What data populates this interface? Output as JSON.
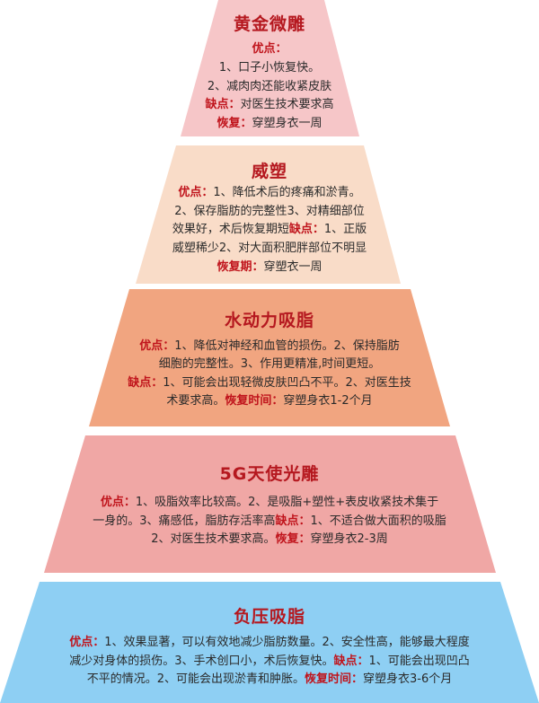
{
  "tiers": [
    {
      "title": "黄金微雕",
      "pros_label": "优点：",
      "pros_1": "1、口子小恢复快。",
      "pros_2": "2、减肉肉还能收紧皮肤",
      "cons_label": "缺点：",
      "cons_text": "对医生技术要求高",
      "rec_label": "恢复：",
      "rec_text": "穿塑身衣一周"
    },
    {
      "title": "威塑",
      "pros_label": "优点：",
      "pros_1": "1、降低术后的疼痛和淤青。",
      "pros_2": "2、保存脂肪的完整性3、对精细部位",
      "pros_3": "效果好，术后恢复期短",
      "cons_label": "缺点：",
      "cons_1": "1、正版",
      "cons_2": "威塑稀少2、对大面积肥胖部位不明显",
      "rec_label": "恢复期：",
      "rec_text": "穿塑衣一周"
    },
    {
      "title": "水动力吸脂",
      "pros_label": "优点：",
      "pros_1": "1、降低对神经和血管的损伤。2、保持脂肪",
      "pros_2": "细胞的完整性。3、作用更精准,时间更短。",
      "cons_label": "缺点：",
      "cons_1": "1、可能会出现轻微皮肤凹凸不平。2、对医生技",
      "cons_2": "术要求高。",
      "rec_label": "恢复时间：",
      "rec_text": "穿塑身衣1-2个月"
    },
    {
      "title": "5G天使光雕",
      "pros_label": "优点：",
      "pros_1": "1、吸脂效率比较高。2、是吸脂+塑性+表皮收紧技术集于",
      "pros_2": "一身的。3、痛感低，脂肪存活率高",
      "cons_label": "缺点：",
      "cons_1": "1、不适合做大面积的吸脂",
      "cons_2": "2、对医生技术要求高。",
      "rec_label": "恢复：",
      "rec_text": "穿塑身衣2-3周"
    },
    {
      "title": "负压吸脂",
      "pros_label": "优点：",
      "pros_1": "1、效果显著，可以有效地减少脂肪数量。2、安全性高，能够最大程度",
      "pros_2": "减少对身体的损伤。3、手术创口小，术后恢复快。",
      "cons_label": "缺点：",
      "cons_1": "1、可能会出现凹凸",
      "cons_2": "不平的情况。2、可能会出现淤青和肿胀。",
      "rec_label": "恢复时间：",
      "rec_text": "穿塑身衣3-6个月"
    }
  ]
}
